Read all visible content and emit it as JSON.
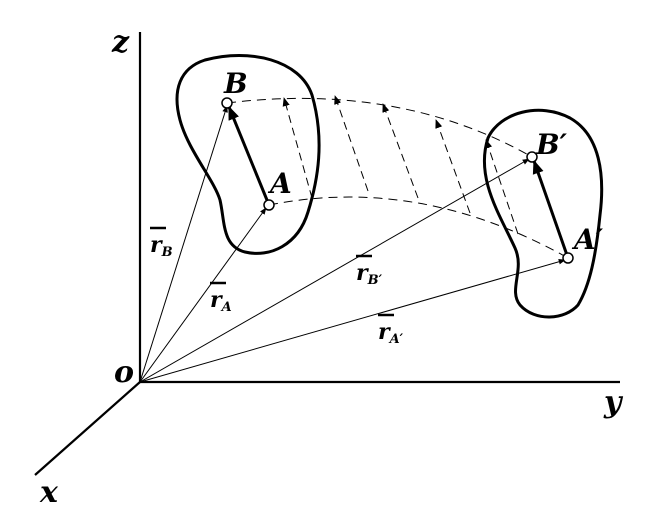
{
  "axes": {
    "x": "x",
    "y": "y",
    "z": "z",
    "origin": "o"
  },
  "points": {
    "A": "A",
    "B": "B",
    "A_prime": "A′",
    "B_prime": "B′"
  },
  "vectors": {
    "rB": {
      "base": "r",
      "sub": "B"
    },
    "rA": {
      "base": "r",
      "sub": "A"
    },
    "rBp": {
      "base": "r",
      "sub": "B′"
    },
    "rAp": {
      "base": "r",
      "sub": "A′"
    }
  },
  "colors": {
    "ink": "#000000",
    "background": "#ffffff"
  }
}
